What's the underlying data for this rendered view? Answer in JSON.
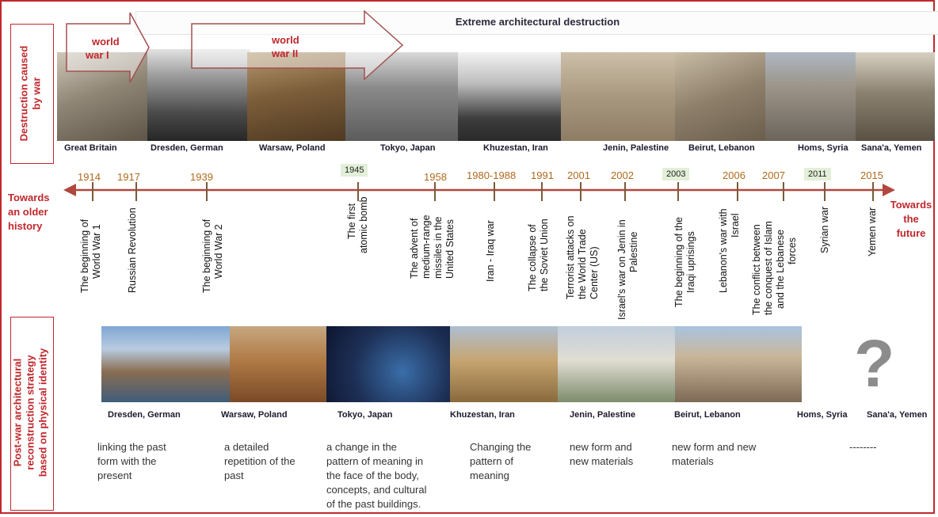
{
  "banner": "Extreme architectural destruction",
  "side_top": "Destruction caused by war",
  "side_top_lines": [
    "Destruction caused",
    "by war"
  ],
  "side_bottom_lines": [
    "Post-war architectural",
    "reconstruction strategy",
    "based on physical identity"
  ],
  "arrows": {
    "ww1": [
      "world",
      "war I"
    ],
    "ww2": [
      "world",
      "war II"
    ]
  },
  "top_captions": [
    "Great Britain",
    "Dresden, German",
    "Warsaw, Poland",
    "Tokyo, Japan",
    "Khuzestan, Iran",
    "Jenin, Palestine",
    "Beirut, Lebanon",
    "Homs, Syria",
    "Sana'a, Yemen"
  ],
  "left_label": [
    "Towards",
    "an older",
    "history"
  ],
  "right_label": [
    "Towards",
    "the",
    "future"
  ],
  "years": [
    "1914",
    "1917",
    "1939",
    "1945",
    "1958",
    "1980-1988",
    "1991",
    "2001",
    "2002",
    "2003",
    "2006",
    "2007",
    "2011",
    "2015"
  ],
  "events": [
    [
      "The beginning of",
      "World War 1"
    ],
    [
      "Russian Revolution"
    ],
    [
      "The beginning of",
      "World War 2"
    ],
    [
      "The first",
      "atomic bomb"
    ],
    [
      "The advent of",
      "medium-range",
      "missiles in the",
      "United States"
    ],
    [
      "Iran - Iraq war"
    ],
    [
      "The collapse of",
      "the Soviet Union"
    ],
    [
      "Terrorist attacks on",
      "the World Trade",
      "Center (US)"
    ],
    [
      "Israel's war on Jenin in",
      "Palestine"
    ],
    [
      "The beginning of the",
      "Iraqi uprisings"
    ],
    [
      "Lebanon's war with",
      "Israel"
    ],
    [
      "The conflict between",
      "the conquest of Islam",
      "and the Lebanese",
      "forces"
    ],
    [
      "Syrian war"
    ],
    [
      "Yemen war"
    ]
  ],
  "bottom_captions": [
    "Dresden, German",
    "Warsaw, Poland",
    "Tokyo, Japan",
    "Khuzestan, Iran",
    "Jenin, Palestine",
    "Beirut, Lebanon",
    "Homs, Syria",
    "Sana'a, Yemen"
  ],
  "strategies": [
    [
      "linking the past",
      "form with the",
      "present"
    ],
    [
      "a detailed",
      "repetition of the",
      "past"
    ],
    [
      "a change in the",
      "pattern of meaning in",
      "the face of the body,",
      "concepts, and cultural",
      "of the past buildings."
    ],
    [
      "Changing the",
      "pattern of",
      "meaning"
    ],
    [
      "new form and",
      "new materials"
    ],
    [
      "new form and new",
      "materials"
    ],
    [
      "--------"
    ]
  ],
  "question_mark": "?",
  "colors": {
    "accent": "#c0282d",
    "year": "#b06a1c",
    "highlight": "#e3efd8"
  }
}
